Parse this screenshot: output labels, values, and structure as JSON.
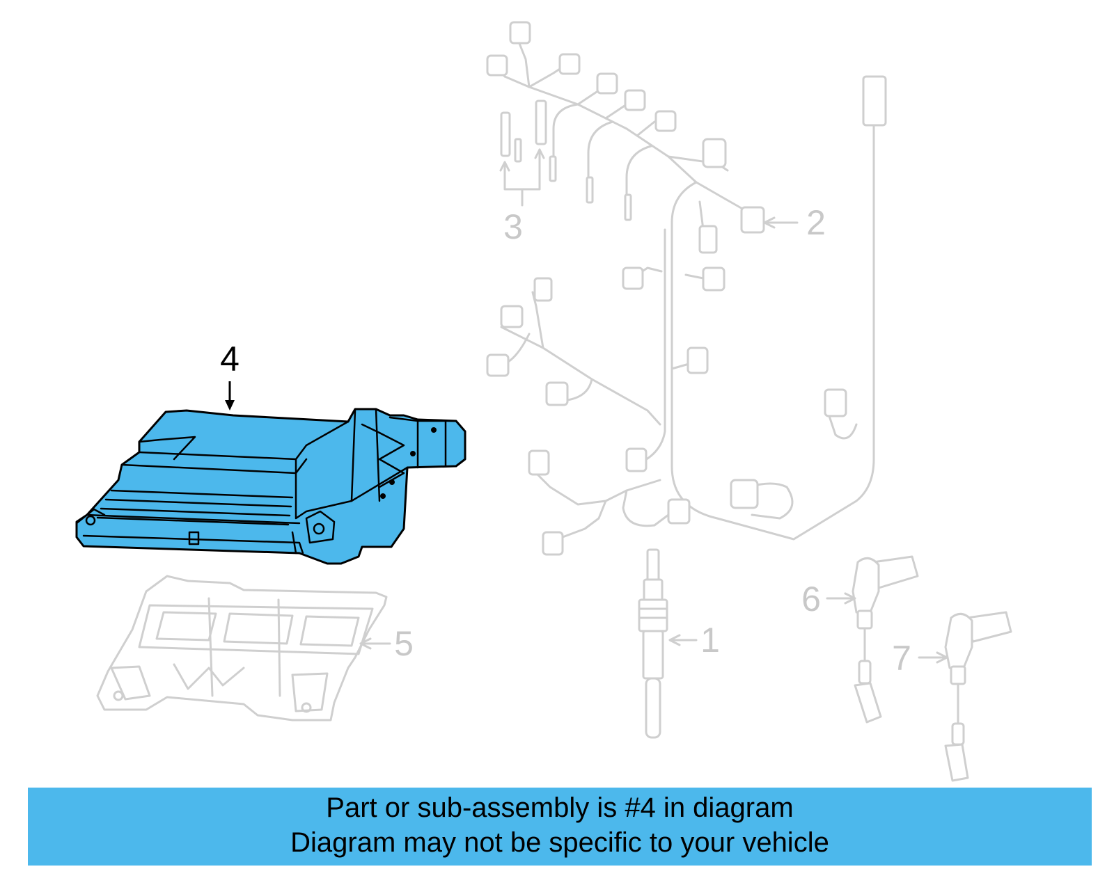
{
  "callouts": {
    "c1": "1",
    "c2": "2",
    "c3": "3",
    "c4": "4",
    "c5": "5",
    "c6": "6",
    "c7": "7"
  },
  "highlighted_part": "4",
  "colors": {
    "highlight": "#4cb8ec",
    "ghost": "#cfcfcf",
    "footer_bg": "#4cb8ec"
  },
  "footer": {
    "line1": "Part or sub-assembly is #4 in diagram",
    "line2": "Diagram may not be specific to your vehicle"
  }
}
